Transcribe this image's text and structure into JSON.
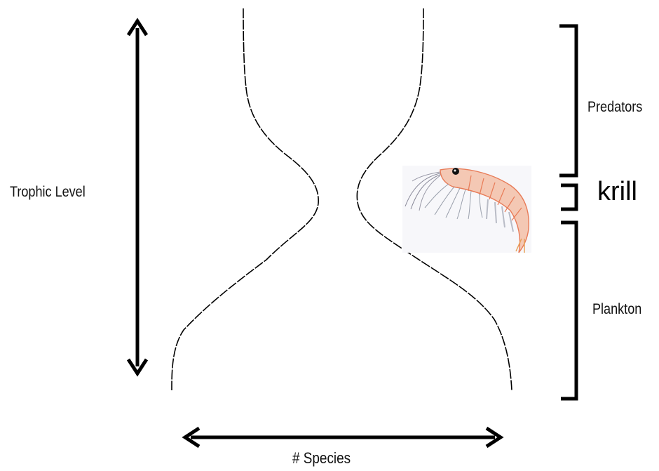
{
  "axes": {
    "y_label": "Trophic Level",
    "x_label": "# Species"
  },
  "groups": [
    {
      "id": "predators",
      "label": "Predators"
    },
    {
      "id": "krill",
      "label": "krill"
    },
    {
      "id": "plankton",
      "label": "Plankton"
    }
  ],
  "illustration": {
    "subject": "krill",
    "icon": "krill-illustration"
  },
  "colors": {
    "ink": "#000000",
    "krill_body": "#f4c8b4",
    "krill_accent": "#e87b57"
  }
}
